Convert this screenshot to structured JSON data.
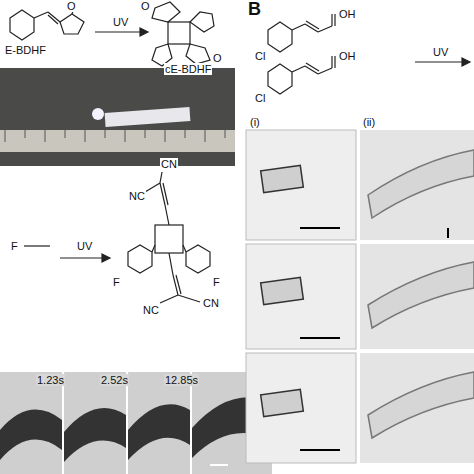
{
  "diagram": {
    "labels": [
      "E-BDHF",
      "UV",
      "cE-BDHF",
      "O",
      "O",
      "O",
      "F",
      "UV",
      "CN",
      "NC",
      "F",
      "F",
      "CN",
      "NC",
      "1.23s",
      "2.52s",
      "12.85s",
      "B",
      "OH",
      "OH",
      "Cl",
      "Cl",
      "UV",
      "(i)",
      "(ii)"
    ]
  }
}
